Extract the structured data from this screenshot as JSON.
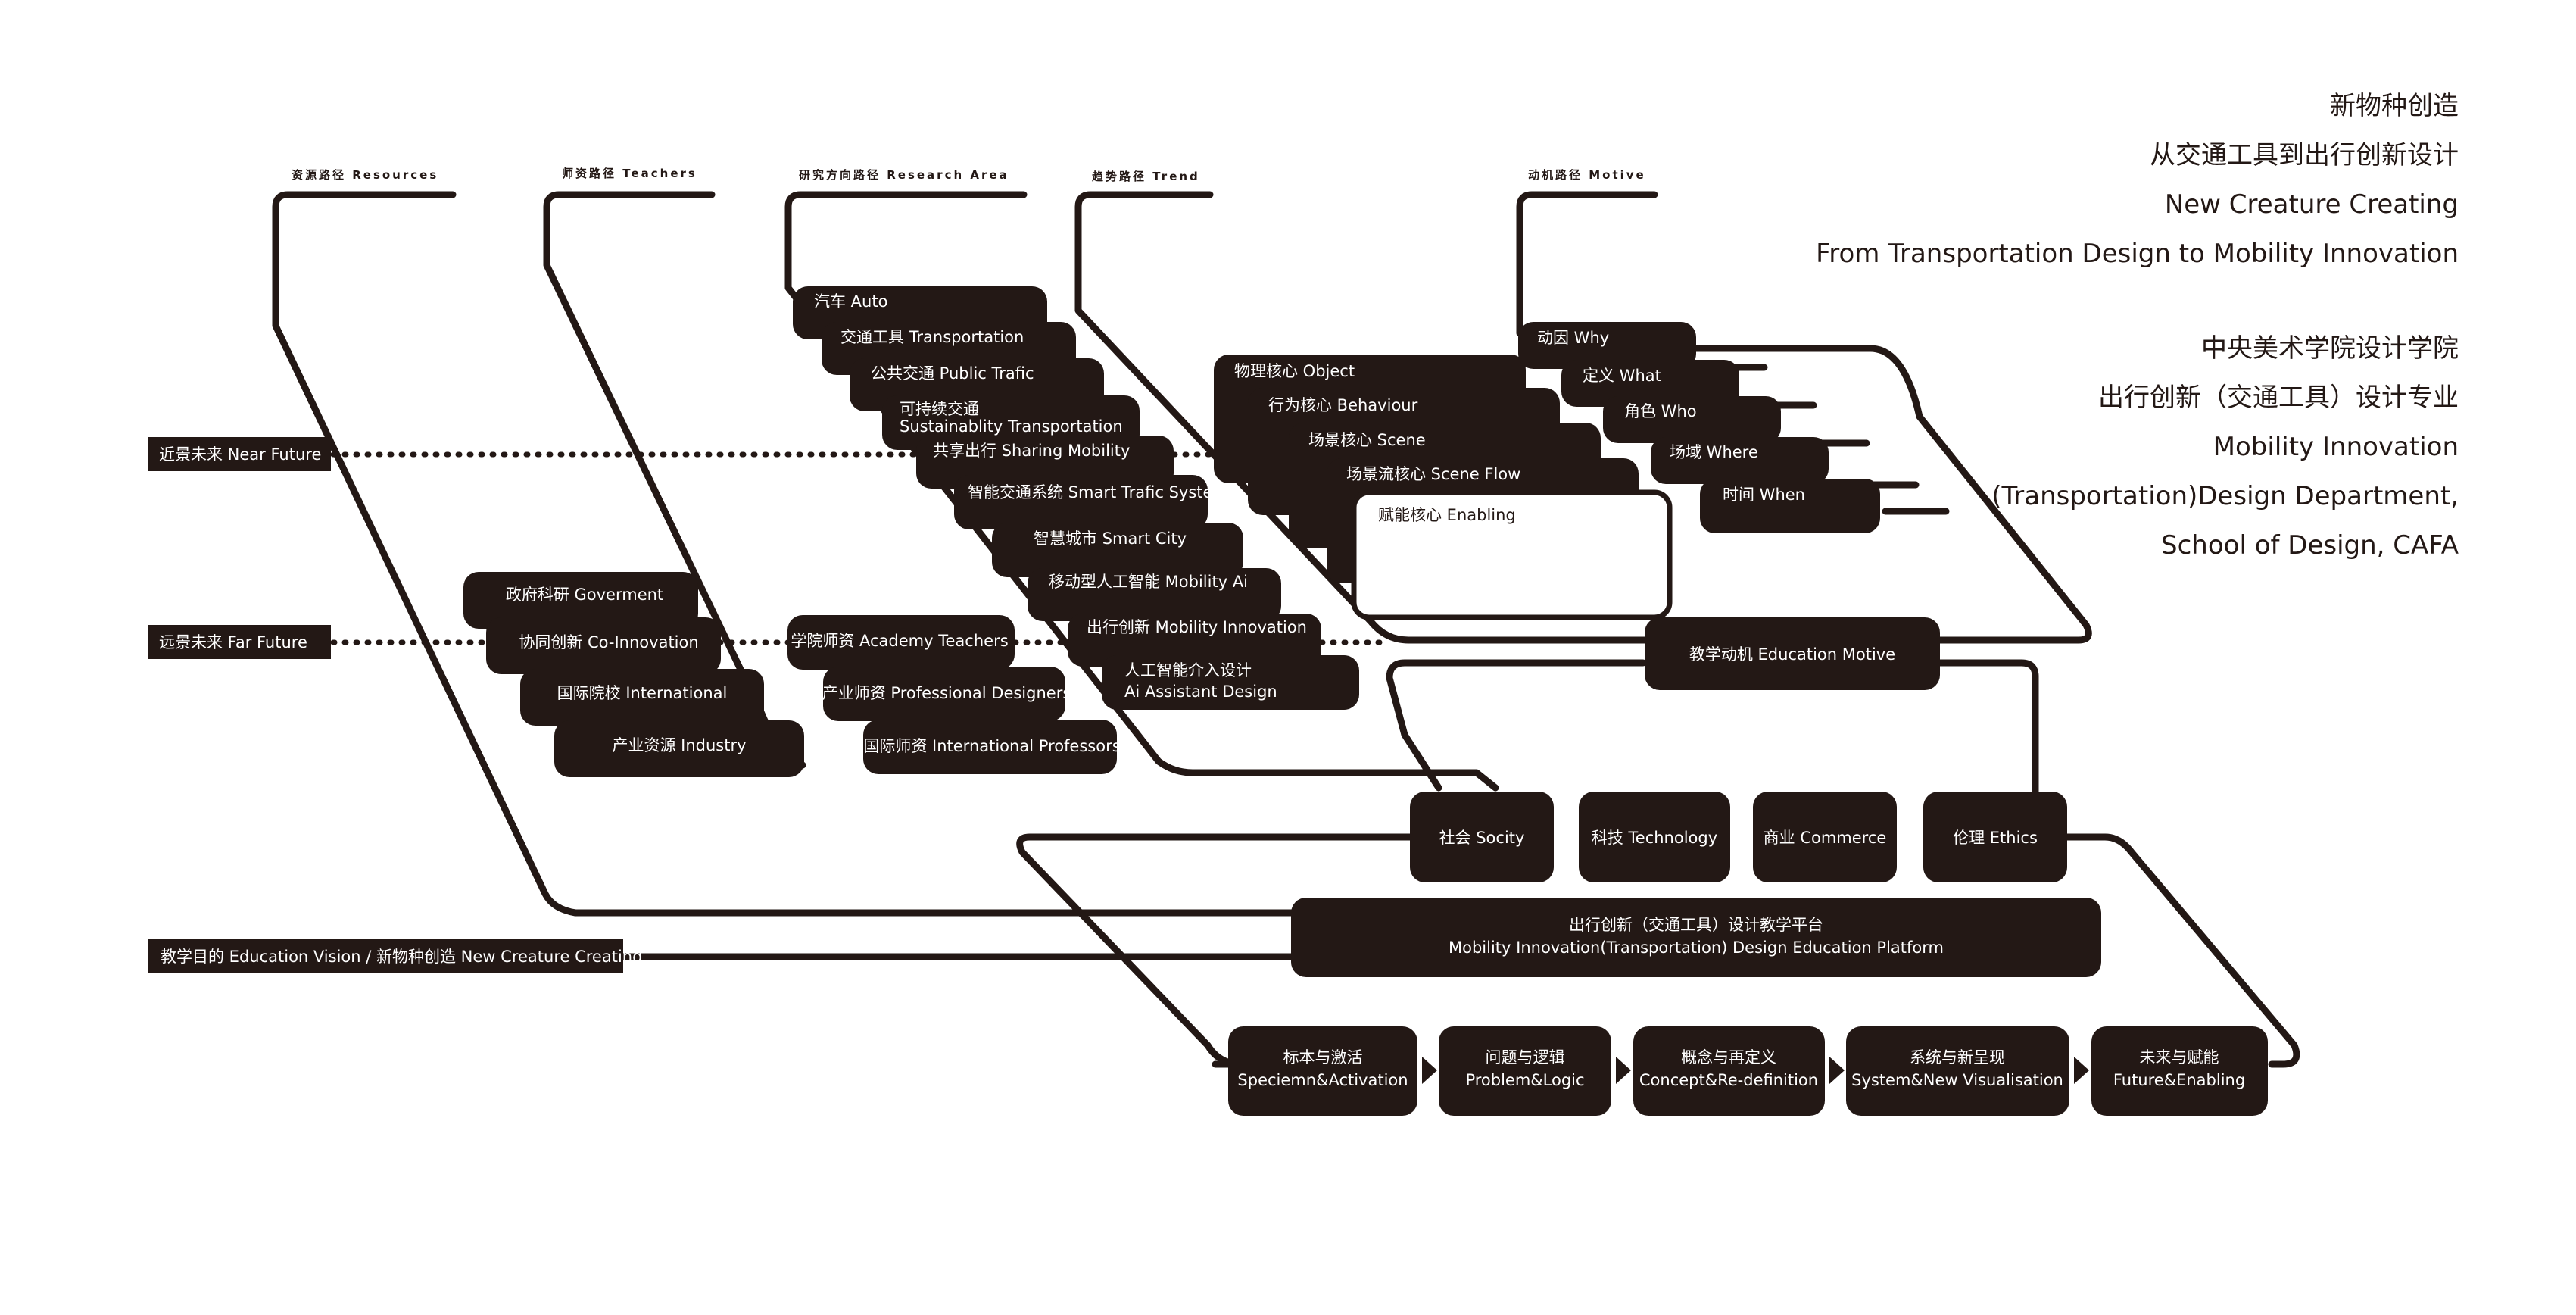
{
  "titles": {
    "line1": "新物种创造",
    "line2": "从交通工具到出行创新设计",
    "line3": "New Creature Creating",
    "line4": "From Transportation Design to Mobility Innovation",
    "line5": "中央美术学院设计学院",
    "line6": "出行创新（交通工具）设计专业",
    "line7": "Mobility Innovation",
    "line8": "(Transportation)Design Department,",
    "line9": "School of Design, CAFA"
  },
  "columns": {
    "resources": "资源路径 Resources",
    "teachers": "师资路径 Teachers",
    "research": "研究方向路径 Research Area",
    "trend": "趋势路径 Trend",
    "motive": "动机路径 Motive"
  },
  "rows": {
    "near": "近景未来 Near Future",
    "far": "远景未来 Far Future",
    "vision": "教学目的 Education Vision / 新物种创造 New Creature Creating"
  },
  "resources": [
    "政府科研 Goverment",
    "协同创新 Co-Innovation",
    "国际院校 International",
    "产业资源 Industry"
  ],
  "teachers": [
    "学院师资 Academy Teachers",
    "产业师资 Professional Designers",
    "国际师资 International Professors"
  ],
  "research": [
    "汽车 Auto",
    "交通工具 Transportation",
    "公共交通 Public Trafic",
    "可持续交通",
    "Sustainablity Transportation",
    "共享出行 Sharing Mobility",
    "智能交通系统 Smart Trafic System",
    "智慧城市 Smart City",
    "移动型人工智能 Mobility Ai",
    "出行创新 Mobility Innovation",
    "人工智能介入设计",
    "Ai Assistant Design"
  ],
  "trend": [
    "物理核心 Object",
    "行为核心 Behaviour",
    "场景核心 Scene",
    "场景流核心 Scene Flow",
    "赋能核心 Enabling"
  ],
  "motive": [
    "动因 Why",
    "定义 What",
    "角色 Who",
    "场域 Where",
    "时间 When"
  ],
  "education_motive": "教学动机 Education Motive",
  "pillars": [
    "社会 Socity",
    "科技 Technology",
    "商业 Commerce",
    "伦理 Ethics"
  ],
  "platform": {
    "line1": "出行创新（交通工具）设计教学平台",
    "line2": "Mobility Innovation(Transportation) Design Education Platform"
  },
  "process": [
    {
      "cn": "标本与激活",
      "en": "Speciemn&Activation"
    },
    {
      "cn": "问题与逻辑",
      "en": "Problem&Logic"
    },
    {
      "cn": "概念与再定义",
      "en": "Concept&Re-definition"
    },
    {
      "cn": "系统与新呈现",
      "en": "System&New Visualisation"
    },
    {
      "cn": "未来与赋能",
      "en": "Future&Enabling"
    }
  ],
  "colors": {
    "ink": "#231815",
    "paper": "#ffffff"
  }
}
